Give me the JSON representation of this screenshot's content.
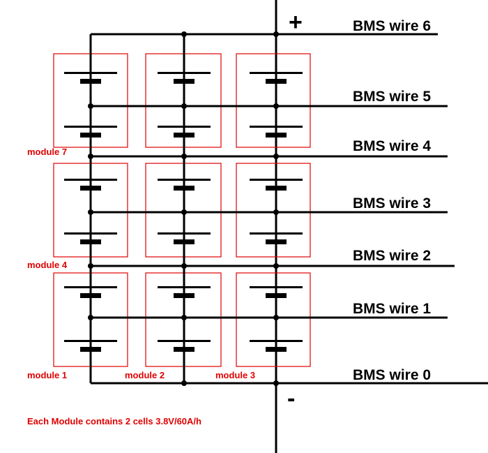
{
  "wires": [
    {
      "label": "BMS wire 6"
    },
    {
      "label": "BMS wire 5"
    },
    {
      "label": "BMS wire 4"
    },
    {
      "label": "BMS wire 3"
    },
    {
      "label": "BMS wire 2"
    },
    {
      "label": "BMS wire 1"
    },
    {
      "label": "BMS wire 0"
    }
  ],
  "polarity": {
    "plus": "+",
    "minus": "-"
  },
  "modules": {
    "module_7": "module 7",
    "module_4": "module 4",
    "module_1": "module 1",
    "module_2": "module 2",
    "module_3": "module 3"
  },
  "note": "Each Module contains 2 cells 3.8V/60A/h",
  "colors": {
    "wire": "#000000",
    "module_box": "#e00000",
    "label_red": "#e00000"
  }
}
